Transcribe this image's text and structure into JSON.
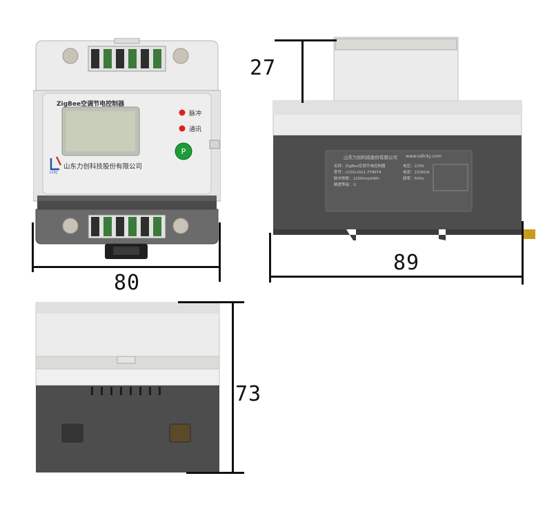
{
  "front_view": {
    "product_title": "ZigBee空调节电控制器",
    "indicator_pulse": "脉冲",
    "indicator_comm": "通讯",
    "company_name": "山东力创科技股份有限公司",
    "logo_text": "LCKJ",
    "width_dim": "80"
  },
  "side_view": {
    "height_top_dim": "27",
    "depth_dim": "89",
    "label_company": "山东力创科技股份有限公司",
    "label_url": "www.sdlckj.com",
    "label_rows": [
      {
        "left": "名称：ZigBee空调节电控制器",
        "right": "电压：220V"
      },
      {
        "left": "型号：LCDG-DG1-7Y96T4",
        "right": "电流：15(60)A"
      },
      {
        "left": "脉冲常数：1200imp/kWh",
        "right": "频率：50Hz"
      },
      {
        "left": "精度等级：①",
        "right": ""
      }
    ]
  },
  "bottom_view": {
    "height_dim": "73"
  },
  "colors": {
    "housing_light": "#e9e9e9",
    "housing_dark": "#4d4d4d",
    "terminal_green": "#3c7a3c",
    "button_green": "#1f9b3a",
    "led_red": "#e02020"
  }
}
